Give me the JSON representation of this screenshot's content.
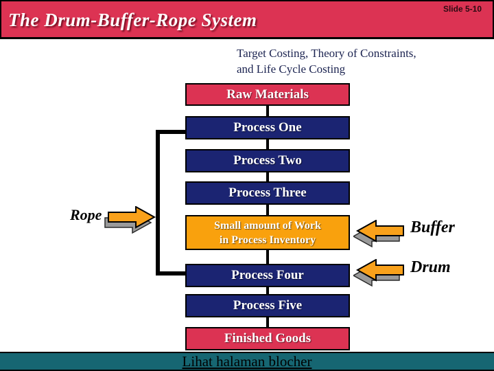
{
  "slide": {
    "number": "Slide 5-10",
    "title": "The Drum-Buffer-Rope System",
    "subtitle_line1": "Target Costing, Theory of Constraints,",
    "subtitle_line2": "and Life Cycle Costing"
  },
  "flow": {
    "boxes": [
      {
        "id": "raw-materials",
        "label": "Raw Materials",
        "color": "#DC3353"
      },
      {
        "id": "process-one",
        "label": "Process One",
        "color": "#1B2472"
      },
      {
        "id": "process-two",
        "label": "Process Two",
        "color": "#1B2472"
      },
      {
        "id": "process-three",
        "label": "Process Three",
        "color": "#1B2472"
      },
      {
        "id": "wip",
        "label_line1": "Small amount of  Work",
        "label_line2": "in Process Inventory",
        "color": "#F9A10D"
      },
      {
        "id": "process-four",
        "label": "Process Four",
        "color": "#1B2472"
      },
      {
        "id": "process-five",
        "label": "Process Five",
        "color": "#1B2472"
      },
      {
        "id": "finished-goods",
        "label": "Finished Goods",
        "color": "#DC3353"
      }
    ]
  },
  "labels": {
    "rope": "Rope",
    "buffer": "Buffer",
    "drum": "Drum"
  },
  "footer": {
    "link_text": "Lihat halaman  blocher"
  },
  "colors": {
    "header_red": "#DC3353",
    "process_navy": "#1B2472",
    "wip_orange": "#F9A10D",
    "arrow_orange": "#F9A11B",
    "footer_teal": "#166672",
    "subtitle_navy": "#1B2350"
  }
}
